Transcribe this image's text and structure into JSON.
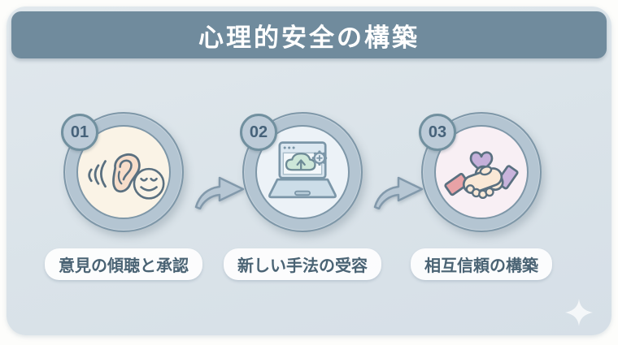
{
  "header": {
    "title": "心理的安全の構築"
  },
  "steps": [
    {
      "number": "01",
      "label": "意見の傾聴と承認",
      "icon": "ear-listening",
      "inner_bg": "#faf3e6"
    },
    {
      "number": "02",
      "label": "新しい手法の受容",
      "icon": "laptop-cloud-upload",
      "inner_bg": "#ecf2f7"
    },
    {
      "number": "03",
      "label": "相互信頼の構築",
      "icon": "handshake-heart",
      "inner_bg": "#f8eff4"
    }
  ],
  "colors": {
    "page_bg": "#fdfdfb",
    "card_bg": "#dae3e9",
    "banner_bg": "#708b9d",
    "banner_text": "#ffffff",
    "ring_fill": "#b4c5d2",
    "ring_border": "#7e97a8",
    "badge_bg": "#bccbd8",
    "badge_border": "#71909f",
    "badge_text": "#46627a",
    "label_text": "#4a6374",
    "arrow_fill": "#b7c7d4",
    "arrow_stroke": "#8299ab",
    "ear_fill": "#f7ddca",
    "cloud_fill": "#cde7d9",
    "heart_fill": "#c5b0da",
    "sleeve_left_fill": "#e8a2a6",
    "sleeve_right_fill": "#c8b3dc",
    "hand_fill": "#fae8d6",
    "icon_outline": "#5a7080"
  }
}
